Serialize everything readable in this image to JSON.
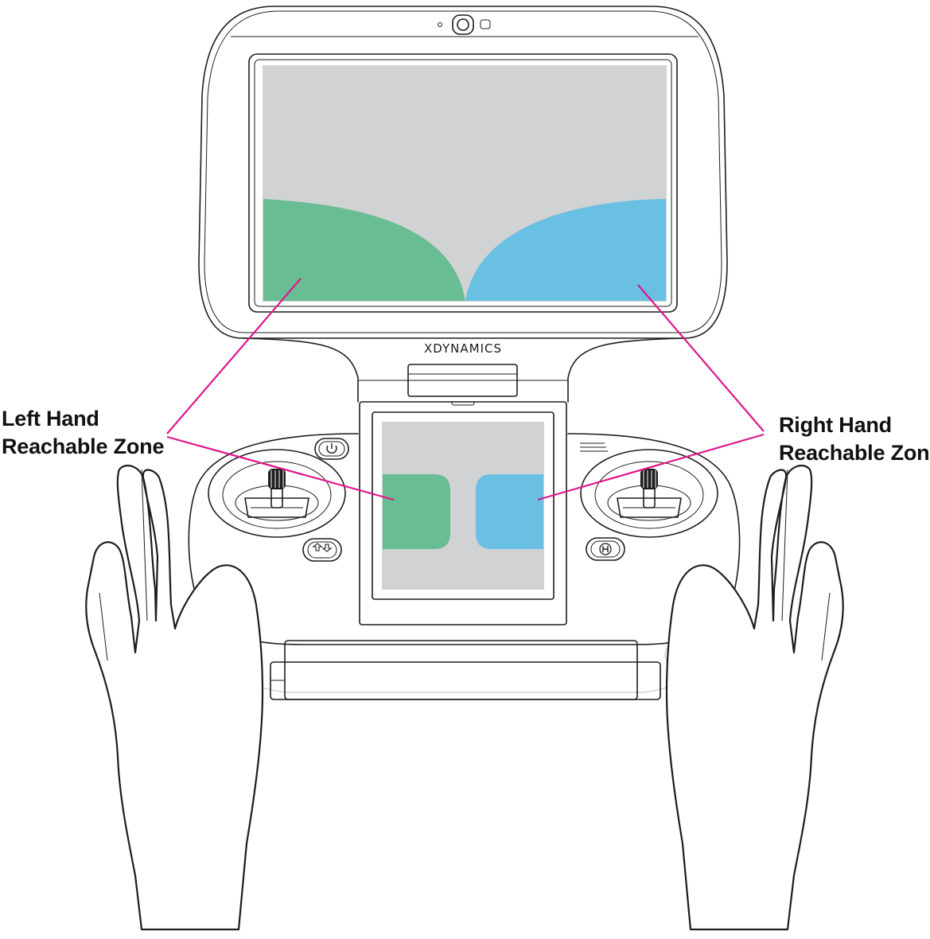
{
  "brand": {
    "text": "XDYNAMICS"
  },
  "labels": {
    "left_line1": "Left Hand",
    "left_line2": "Reachable Zone",
    "right_line1": "Right Hand",
    "right_line2": "Reachable Zone"
  },
  "colors": {
    "left_zone": "#69bd93",
    "right_zone": "#6ac0e3",
    "screen_bg": "#d1d2d4",
    "leader_line": "#e0168c",
    "outline": "#1d1d1b"
  },
  "icons": {
    "power_button": "power-icon",
    "left_small_button": "return-home-icon",
    "right_small_button": "h-mode-icon",
    "camera": "camera-icon"
  }
}
